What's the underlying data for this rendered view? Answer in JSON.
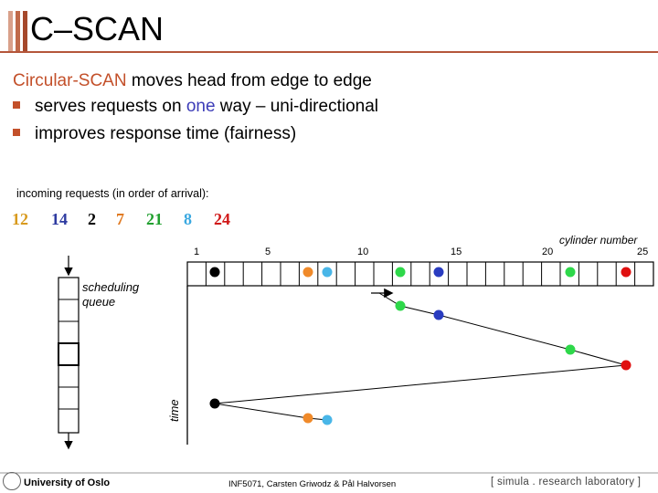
{
  "slide": {
    "title": "C–SCAN",
    "intro_prefix": "Circular-SCAN",
    "intro_rest": " moves head from edge to edge",
    "bullet1_pre": "serves requests on ",
    "bullet1_hl": "one",
    "bullet1_post": " way – uni-directional",
    "bullet2": "improves response time (fairness)",
    "requests_label": "incoming requests (in order of arrival):",
    "requests": [
      {
        "value": "12",
        "color": "#d89a1e"
      },
      {
        "value": "14",
        "color": "#2d3aa0"
      },
      {
        "value": "2",
        "color": "#000000"
      },
      {
        "value": "7",
        "color": "#e07a22"
      },
      {
        "value": "21",
        "color": "#22a030"
      },
      {
        "value": "8",
        "color": "#3aa8e0"
      },
      {
        "value": "24",
        "color": "#d01818"
      }
    ],
    "cylinder_label": "cylinder number",
    "ticks": [
      "1",
      "5",
      "10",
      "15",
      "20",
      "25"
    ],
    "queue_label_1": "scheduling",
    "queue_label_2": "queue",
    "time_label": "time",
    "colors": {
      "c2": "#000000",
      "c7": "#f08a2a",
      "c8": "#49b6e8",
      "c12": "#2ed84a",
      "c14": "#2a3cc0",
      "c21": "#2ed84a",
      "c24": "#e01010"
    }
  },
  "footer": {
    "university": "University of Oslo",
    "course": "INF5071, Carsten Griwodz & Pål Halvorsen",
    "lab": "[ simula . research laboratory ]"
  }
}
